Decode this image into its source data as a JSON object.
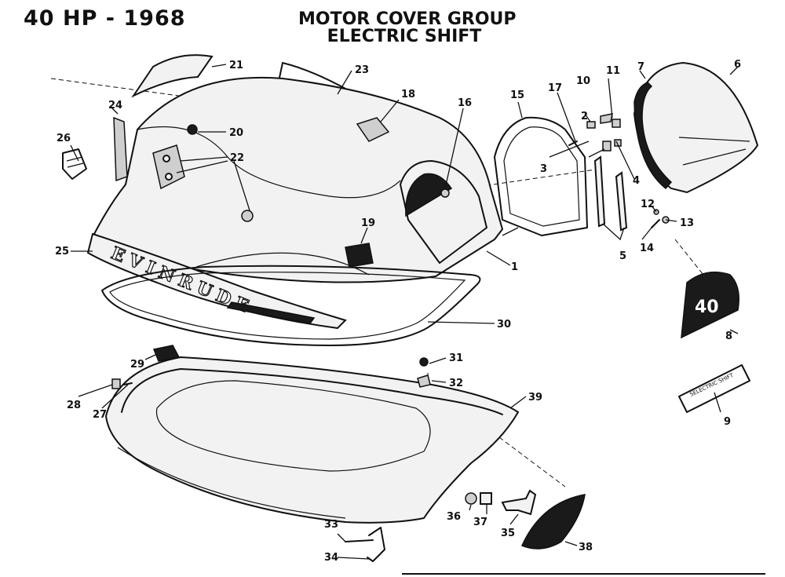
{
  "header": {
    "model": "40 HP - 1968",
    "title_line1": "MOTOR COVER GROUP",
    "title_line2": "ELECTRIC SHIFT"
  },
  "diagram": {
    "brand_text": "EVINRUDE",
    "decal_text": "40",
    "label_text": "SELECTRIC SHIFT",
    "callouts": [
      "1",
      "2",
      "3",
      "4",
      "5",
      "6",
      "7",
      "8",
      "9",
      "10",
      "11",
      "12",
      "13",
      "14",
      "15",
      "16",
      "17",
      "18",
      "19",
      "20",
      "21",
      "22",
      "23",
      "24",
      "25",
      "26",
      "27",
      "28",
      "29",
      "30",
      "31",
      "32",
      "33",
      "34",
      "35",
      "36",
      "37",
      "38",
      "39"
    ]
  }
}
